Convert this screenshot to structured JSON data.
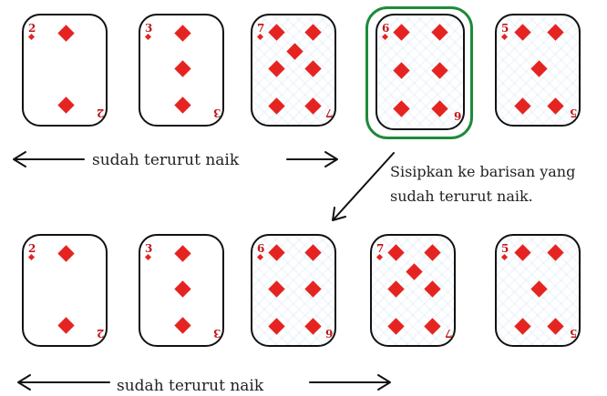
{
  "row_top": {
    "cards": [
      {
        "rank": "2",
        "suit": "diamonds",
        "highlighted": false
      },
      {
        "rank": "3",
        "suit": "diamonds",
        "highlighted": false
      },
      {
        "rank": "7",
        "suit": "diamonds",
        "highlighted": false
      },
      {
        "rank": "6",
        "suit": "diamonds",
        "highlighted": true
      },
      {
        "rank": "5",
        "suit": "diamonds",
        "highlighted": false
      }
    ],
    "sorted_label": "sudah terurut naik"
  },
  "instruction": {
    "line1": "Sisipkan ke barisan yang",
    "line2": "sudah terurut naik."
  },
  "row_bottom": {
    "cards": [
      {
        "rank": "2",
        "suit": "diamonds"
      },
      {
        "rank": "3",
        "suit": "diamonds"
      },
      {
        "rank": "6",
        "suit": "diamonds"
      },
      {
        "rank": "7",
        "suit": "diamonds"
      },
      {
        "rank": "5",
        "suit": "diamonds"
      }
    ],
    "sorted_label": "sudah terurut naik"
  },
  "colors": {
    "suit_red": "#e52421",
    "highlight_green": "#1d8b3a",
    "outline": "#111111"
  }
}
